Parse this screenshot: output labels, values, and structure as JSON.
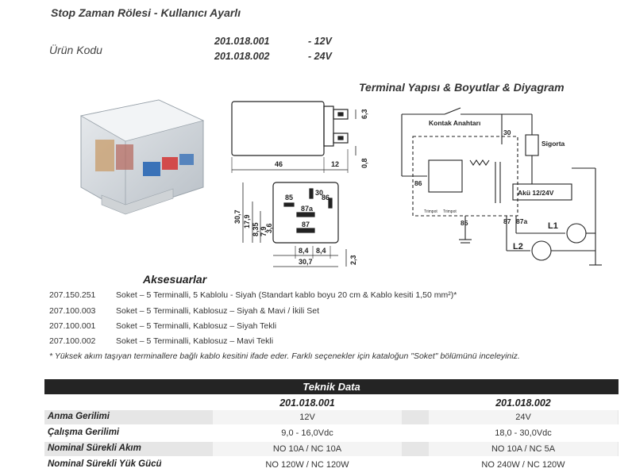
{
  "header": {
    "title": "Stop Zaman Rölesi - Kullanıcı Ayarlı",
    "product_code_label": "Ürün Kodu",
    "products": [
      {
        "code": "201.018.001",
        "voltage": "- 12V"
      },
      {
        "code": "201.018.002",
        "voltage": "- 24V"
      }
    ]
  },
  "diagram": {
    "title": "Terminal Yapısı & Boyutlar & Diyagram",
    "dims": {
      "d46": "46",
      "d12": "12",
      "d63": "6,3",
      "d08": "0,8",
      "d307v": "30,7",
      "d179": "17,9",
      "d835": "8,35",
      "d79": "7,9",
      "d36": "3,6",
      "d84a": "8,4",
      "d84b": "8,4",
      "d307h": "30,7",
      "d23": "2,3"
    },
    "pins": {
      "p30": "30",
      "p85": "85",
      "p86": "86",
      "p87a": "87a",
      "p87": "87"
    },
    "wiring": {
      "kontak": "Kontak Anahtarı",
      "sigorta": "Sigorta",
      "aku": "Akü 12/24V",
      "t30": "30",
      "t86": "86",
      "t85": "85",
      "t87": "87",
      "t87a": "87a",
      "l1": "L1",
      "l2": "L2",
      "trimpot1": "Trimpot",
      "trimpot2": "Trimpot"
    }
  },
  "accessories": {
    "title": "Aksesuarlar",
    "items": [
      {
        "code": "207.150.251",
        "desc": "Soket – 5 Terminalli, 5 Kablolu - Siyah (Standart kablo boyu 20 cm & Kablo kesiti 1,50 mm²)*"
      },
      {
        "code": "207.100.003",
        "desc": "Soket – 5 Terminalli, Kablosuz – Siyah & Mavi / İkili Set"
      },
      {
        "code": "207.100.001",
        "desc": "Soket – 5 Terminalli, Kablosuz – Siyah Tekli"
      },
      {
        "code": "207.100.002",
        "desc": "Soket – 5 Terminalli, Kablosuz – Mavi Tekli"
      }
    ],
    "note": "* Yüksek akım taşıyan terminallere bağlı kablo kesitini ifade eder. Farklı seçenekler için kataloğun \"Soket\" bölümünü inceleyiniz."
  },
  "tech": {
    "title": "Teknik Data",
    "columns": [
      "201.018.001",
      "201.018.002"
    ],
    "rows": [
      {
        "label": "Anma Gerilimi",
        "values": [
          "12V",
          "24V"
        ]
      },
      {
        "label": "Çalışma Gerilimi",
        "values": [
          "9,0 - 16,0Vdc",
          "18,0 - 30,0Vdc"
        ]
      },
      {
        "label": "Nominal Sürekli Akım",
        "values": [
          "NO 10A / NC 10A",
          "NO 10A / NC 5A"
        ]
      },
      {
        "label": "Nominal Sürekli Yük Gücü",
        "values": [
          "NO 120W / NC 120W",
          "NO 240W / NC 120W"
        ]
      }
    ]
  }
}
